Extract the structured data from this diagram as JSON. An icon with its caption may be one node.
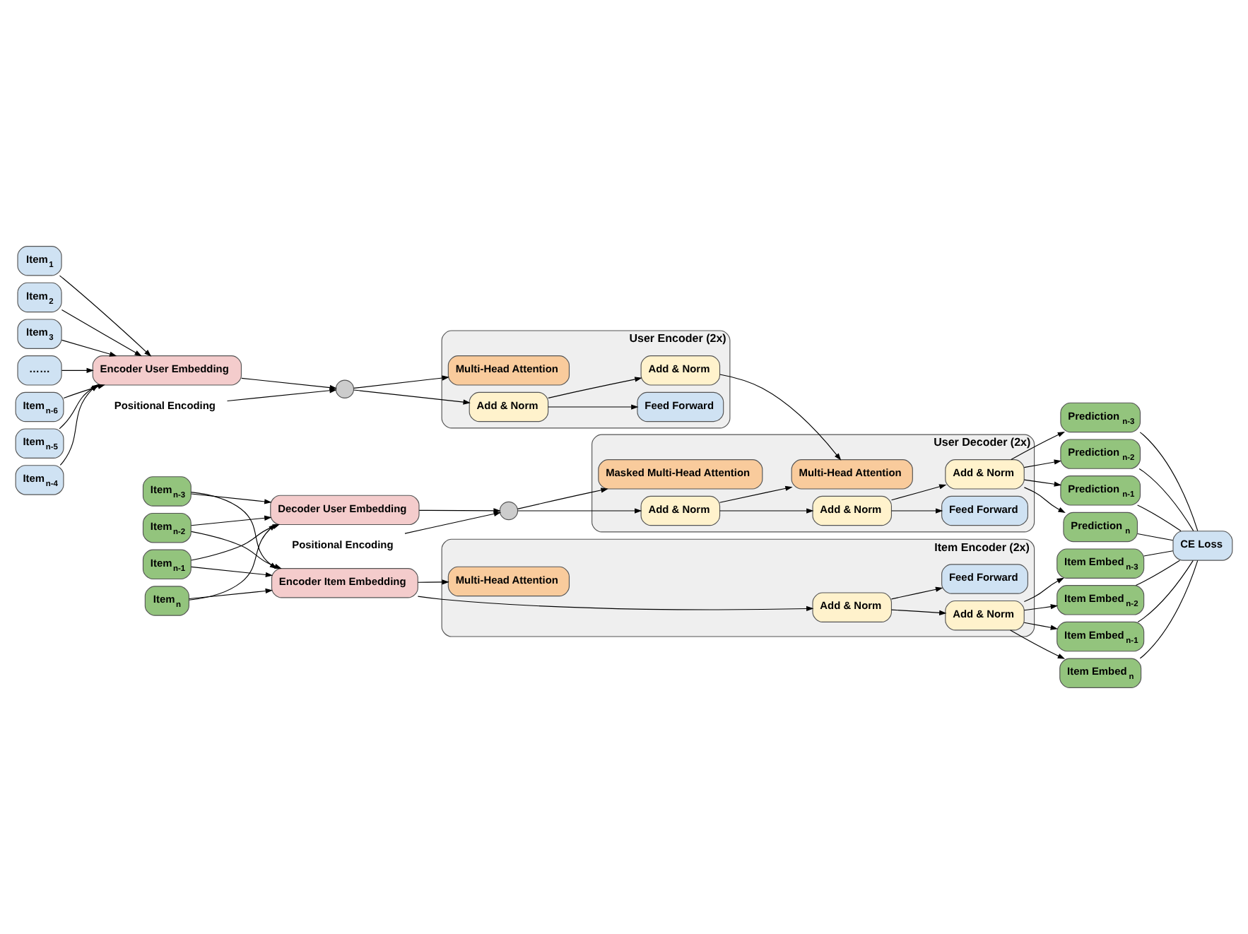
{
  "diagram": {
    "nodes": [
      {
        "text": [
          "Item$_{1}$"
        ]
      },
      {
        "text": [
          "Item$_{2}$"
        ]
      },
      {
        "text": [
          "Item$_{3}$"
        ]
      },
      {
        "text": [
          "……"
        ]
      },
      {
        "text": [
          "Item$_{n-6}$"
        ]
      },
      {
        "text": [
          "Item$_{n-5}$"
        ]
      },
      {
        "text": [
          "Item$_{n-4}$"
        ]
      },
      {
        "text": [
          "Encoder User Embedding"
        ]
      },
      {
        "text": [
          "Positional Encoding"
        ]
      },
      {
        "text": [],
        "shape": "circle"
      },
      {
        "text": [
          "User Encoder (2x)"
        ]
      },
      {
        "text": [
          "Multi-Head Attention"
        ],
        "in": 10
      },
      {
        "text": [
          "Add & Norm"
        ],
        "in": 10
      },
      {
        "text": [
          "Feed Forward"
        ],
        "in": 10
      },
      {
        "text": [
          "Add & Norm"
        ],
        "in": 10
      },
      {
        "text": [
          "User Decoder (2x)"
        ]
      },
      {
        "text": [
          "Masked Multi-Head Attention"
        ],
        "in": 15
      },
      {
        "text": [
          "Add & Norm"
        ],
        "in": 15
      },
      {
        "text": [
          "Multi-Head Attention"
        ],
        "in": 15
      },
      {
        "text": [
          "Add & Norm"
        ],
        "in": 15
      },
      {
        "text": [
          "Feed Forward"
        ],
        "in": 15
      },
      {
        "text": [
          "Add & Norm"
        ],
        "in": 15
      },
      {
        "text": [
          "Positional Encoding"
        ]
      },
      {
        "text": [],
        "shape": "circle"
      },
      {
        "text": [
          "Decoder User Embedding"
        ]
      },
      {
        "text": [
          "Item$_{n-3}$"
        ]
      },
      {
        "text": [
          "Item$_{n-2}$"
        ]
      },
      {
        "text": [
          "Item$_{n-1}$"
        ]
      },
      {
        "text": [
          "Item$_{n}$"
        ]
      },
      {
        "text": [
          "Encoder Item Embedding"
        ]
      },
      {
        "text": [
          "Item Encoder (2x)"
        ]
      },
      {
        "text": [
          "Add & Norm"
        ],
        "in": 30
      },
      {
        "text": [
          "Feed Forward"
        ],
        "in": 30
      },
      {
        "text": [
          "Add & Norm"
        ],
        "in": 30
      },
      {
        "text": [
          "Multi-Head Attention"
        ],
        "in": 30
      },
      {
        "text": [
          "Prediction$_{n-3}$"
        ]
      },
      {
        "text": [
          "Prediction$_{n-2}$"
        ]
      },
      {
        "text": [
          "Prediction$_{n-1}$"
        ]
      },
      {
        "text": [
          "Prediction$_{n}$"
        ]
      },
      {
        "text": [
          "CE Loss"
        ]
      },
      {
        "text": [
          "Item Embed$_{n-3}$"
        ]
      },
      {
        "text": [
          "Item Embed$_{n-2}$"
        ]
      },
      {
        "text": [
          "Item Embed$_{n-1}$"
        ]
      },
      {
        "text": [
          "Item Embed$_{n}$"
        ]
      }
    ],
    "edges": [
      {
        "from": 0,
        "to": 7,
        "arrow": "to"
      },
      {
        "from": 1,
        "to": 7,
        "arrow": "to"
      },
      {
        "from": 2,
        "to": 7,
        "arrow": "to"
      },
      {
        "from": 3,
        "to": 7,
        "arrow": "to"
      },
      {
        "from": 4,
        "to": 7,
        "arrow": "to"
      },
      {
        "from": 5,
        "to": 7,
        "arrow": "to"
      },
      {
        "from": 6,
        "to": 7,
        "arrow": "to"
      },
      {
        "from": 7,
        "to": 9,
        "arrow": "to"
      },
      {
        "from": 8,
        "to": 9,
        "arrow": "to"
      },
      {
        "from": 9,
        "to": 11,
        "arrow": "to"
      },
      {
        "from": 9,
        "to": 12,
        "arrow": "to"
      },
      {
        "from": 12,
        "to": 13,
        "arrow": "to"
      },
      {
        "from": 12,
        "to": 14,
        "arrow": "to"
      },
      {
        "from": 14,
        "to": 18,
        "arrow": "to"
      },
      {
        "from": 23,
        "to": 16,
        "arrow": "to"
      },
      {
        "from": 23,
        "to": 17,
        "arrow": "to"
      },
      {
        "from": 17,
        "to": 18,
        "arrow": "to"
      },
      {
        "from": 17,
        "to": 19,
        "arrow": "to"
      },
      {
        "from": 19,
        "to": 20,
        "arrow": "to"
      },
      {
        "from": 19,
        "to": 21,
        "arrow": "to"
      },
      {
        "from": 22,
        "to": 23,
        "arrow": "to"
      },
      {
        "from": 24,
        "to": 23,
        "arrow": "to"
      },
      {
        "from": 25,
        "to": 24,
        "arrow": "to"
      },
      {
        "from": 26,
        "to": 24,
        "arrow": "to"
      },
      {
        "from": 27,
        "to": 24,
        "arrow": "to"
      },
      {
        "from": 28,
        "to": 24,
        "arrow": "to"
      },
      {
        "from": 25,
        "to": 29,
        "arrow": "to"
      },
      {
        "from": 26,
        "to": 29,
        "arrow": "to"
      },
      {
        "from": 27,
        "to": 29,
        "arrow": "to"
      },
      {
        "from": 28,
        "to": 29,
        "arrow": "to"
      },
      {
        "from": 29,
        "to": 34,
        "arrow": "to"
      },
      {
        "from": 29,
        "to": 33,
        "arrow": "to"
      },
      {
        "from": 33,
        "to": 32,
        "arrow": "to"
      },
      {
        "from": 33,
        "to": 31,
        "arrow": "to"
      },
      {
        "from": 21,
        "to": 35,
        "arrow": "to"
      },
      {
        "from": 21,
        "to": 36,
        "arrow": "to"
      },
      {
        "from": 21,
        "to": 37,
        "arrow": "to"
      },
      {
        "from": 21,
        "to": 38,
        "arrow": "to"
      },
      {
        "from": 31,
        "to": 40,
        "arrow": "to"
      },
      {
        "from": 31,
        "to": 41,
        "arrow": "to"
      },
      {
        "from": 31,
        "to": 42,
        "arrow": "to"
      },
      {
        "from": 31,
        "to": 43,
        "arrow": "to"
      },
      {
        "from": 35,
        "to": 39,
        "arrow": "none"
      },
      {
        "from": 36,
        "to": 39,
        "arrow": "none"
      },
      {
        "from": 37,
        "to": 39,
        "arrow": "none"
      },
      {
        "from": 38,
        "to": 39,
        "arrow": "none"
      },
      {
        "from": 40,
        "to": 39,
        "arrow": "none"
      },
      {
        "from": 41,
        "to": 39,
        "arrow": "none"
      },
      {
        "from": 42,
        "to": 39,
        "arrow": "none"
      },
      {
        "from": 43,
        "to": 39,
        "arrow": "none"
      }
    ]
  }
}
